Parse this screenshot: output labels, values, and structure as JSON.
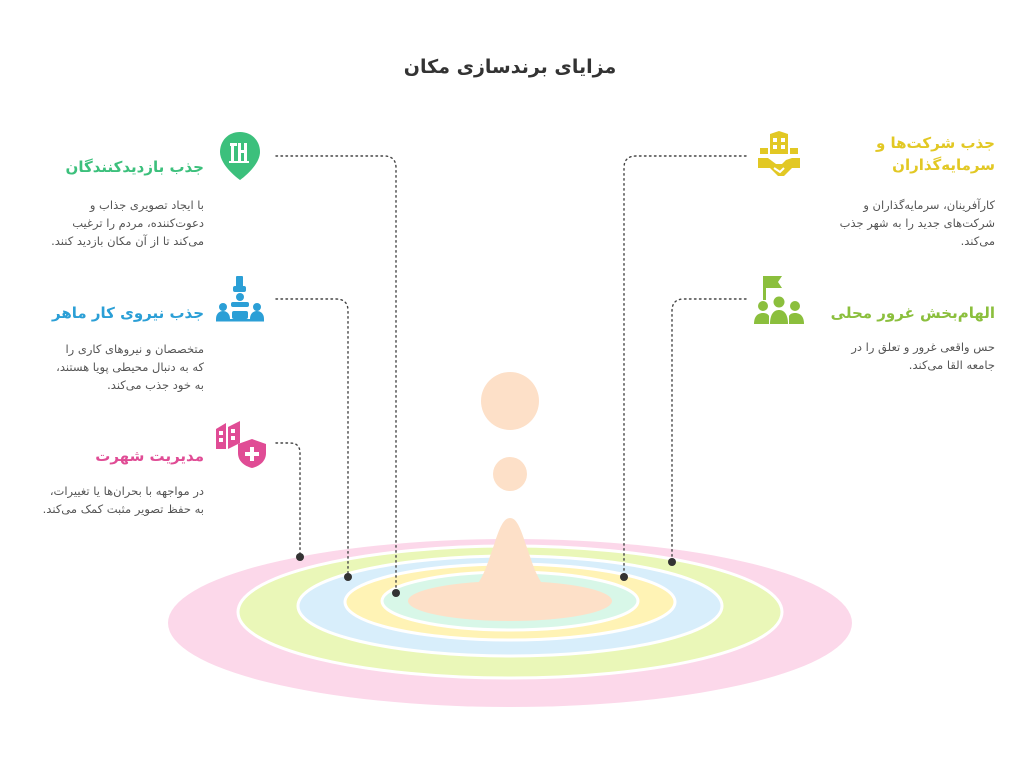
{
  "title": "مزایای برندسازی مکان",
  "colors": {
    "green": "#3cc07c",
    "blue": "#2b9fd6",
    "pink": "#e04c95",
    "olive": "#e2c824",
    "lime": "#8bbf3d",
    "peach": "#fde0c8",
    "ring_pink": "#fcd8ea",
    "ring_lime": "#eaf7b8",
    "ring_blue": "#d8eefb",
    "ring_yellow": "#fff3b5",
    "ring_mint": "#d8f7e8"
  },
  "benefits": {
    "visitors": {
      "icon": "location-pin-icon",
      "heading": "جذب بازدیدکنندگان",
      "desc": [
        "با ایجاد تصویری جذاب و",
        "دعوت‌کننده، مردم را ترغیب",
        "می‌کند تا از آن مکان بازدید کنند."
      ]
    },
    "talent": {
      "icon": "workforce-icon",
      "heading": "جذب نیروی کار ماهر",
      "desc": [
        "متخصصان و نیروهای کاری را",
        "که به دنبال محیطی پویا هستند،",
        "به خود جذب می‌کند."
      ]
    },
    "reputation": {
      "icon": "reputation-shield-icon",
      "heading": "مدیریت شهرت",
      "desc": [
        "در مواجهه با بحران‌ها یا تغییرات،",
        "به حفظ تصویر مثبت کمک می‌کند."
      ]
    },
    "investors": {
      "icon": "business-handshake-icon",
      "heading": [
        "جذب شرکت‌ها و",
        "سرمایه‌گذاران"
      ],
      "desc": [
        "کارآفرینان، سرمایه‌گذاران و",
        "شرکت‌های جدید را به شهر جذب",
        "می‌کند."
      ]
    },
    "pride": {
      "icon": "community-flag-icon",
      "heading": "الهام‌بخش غرور محلی",
      "desc": [
        "حس واقعی غرور و تعلق را در",
        "جامعه القا می‌کند."
      ]
    }
  }
}
